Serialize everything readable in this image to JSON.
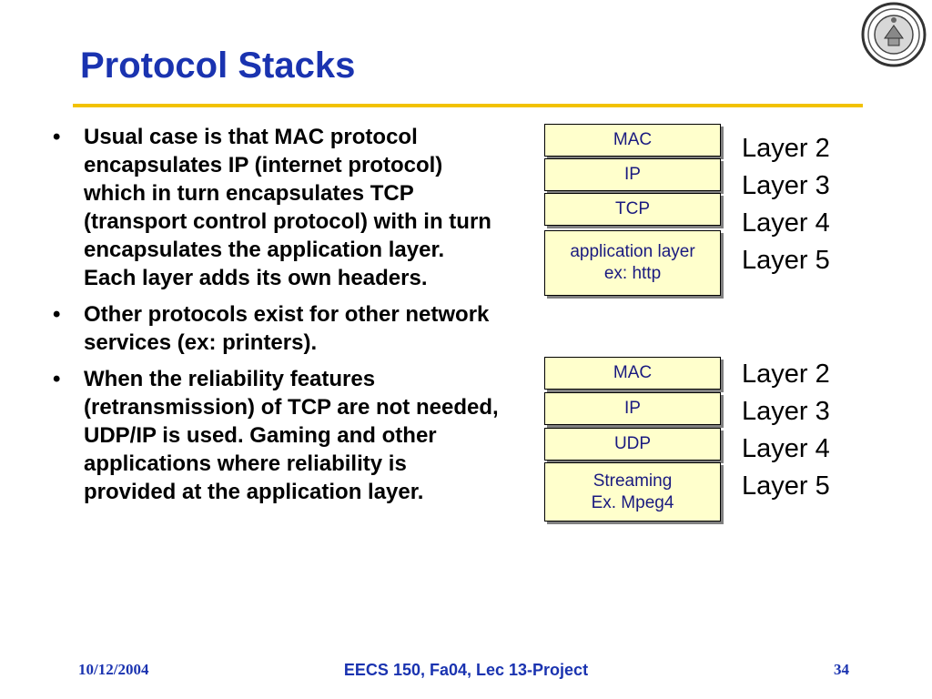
{
  "slide": {
    "title": "Protocol Stacks"
  },
  "bullets": [
    "Usual case is that MAC protocol encapsulates IP (internet protocol) which in turn encapsulates TCP (transport control protocol) with in turn encapsulates the application layer.  Each layer adds its own headers.",
    "Other protocols exist for other network services (ex: printers).",
    "When the reliability features (retransmission) of TCP are not needed, UDP/IP is used.  Gaming and other applications where reliability is provided at the application layer."
  ],
  "bullet_symbol": "•",
  "stacks": [
    {
      "boxes": [
        "MAC",
        "IP",
        "TCP"
      ],
      "top_box": {
        "line1": "application layer",
        "line2": "ex: http"
      },
      "layers": [
        "Layer 2",
        "Layer 3",
        "Layer 4",
        "Layer 5"
      ]
    },
    {
      "boxes": [
        "MAC",
        "IP",
        "UDP"
      ],
      "top_box": {
        "line1": "Streaming",
        "line2": "Ex. Mpeg4"
      },
      "layers": [
        "Layer 2",
        "Layer 3",
        "Layer 4",
        "Layer 5"
      ]
    }
  ],
  "footer": {
    "date": "10/12/2004",
    "course": "EECS 150, Fa04, Lec 13-Project",
    "page": "34"
  },
  "colors": {
    "title": "#1a33b0",
    "rule": "#f2c200",
    "box_fill": "#ffffcc",
    "box_text": "#1a1a80"
  }
}
